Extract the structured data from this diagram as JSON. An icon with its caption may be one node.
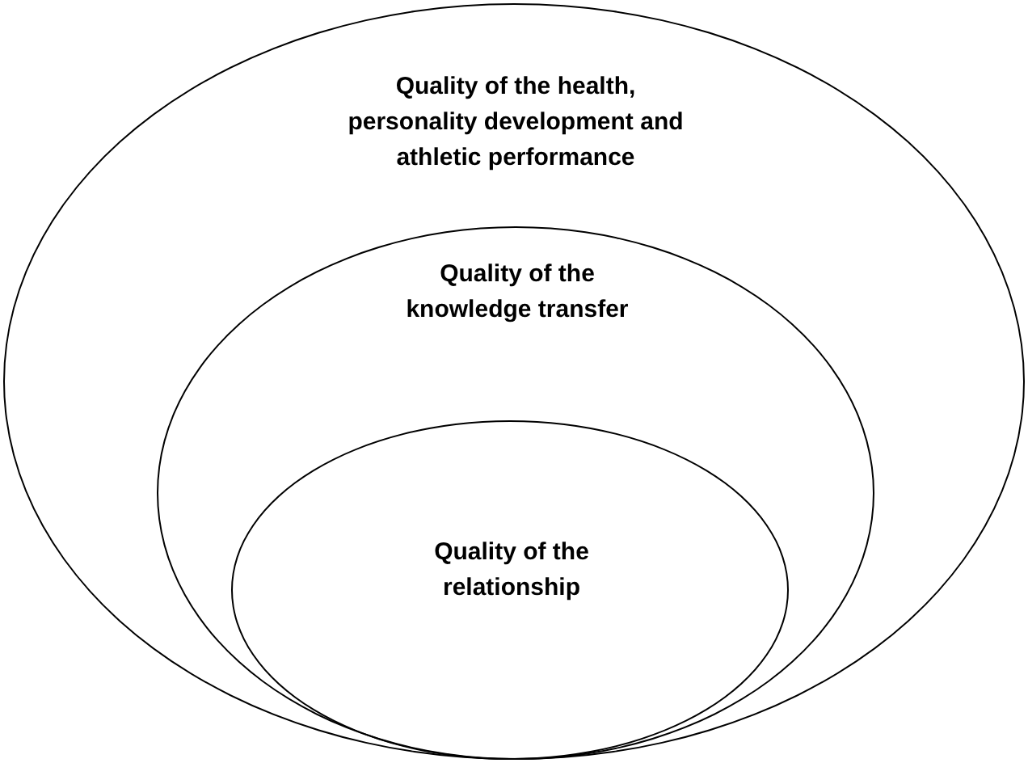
{
  "diagram": {
    "nodes": [
      {
        "text": [
          "Quality of the health, personality development and athletic performance"
        ]
      },
      {
        "text": [
          "Quality of the knowledge transfer"
        ],
        "in": 0
      },
      {
        "text": [
          "Quality of the relationship"
        ],
        "in": 1
      }
    ]
  }
}
